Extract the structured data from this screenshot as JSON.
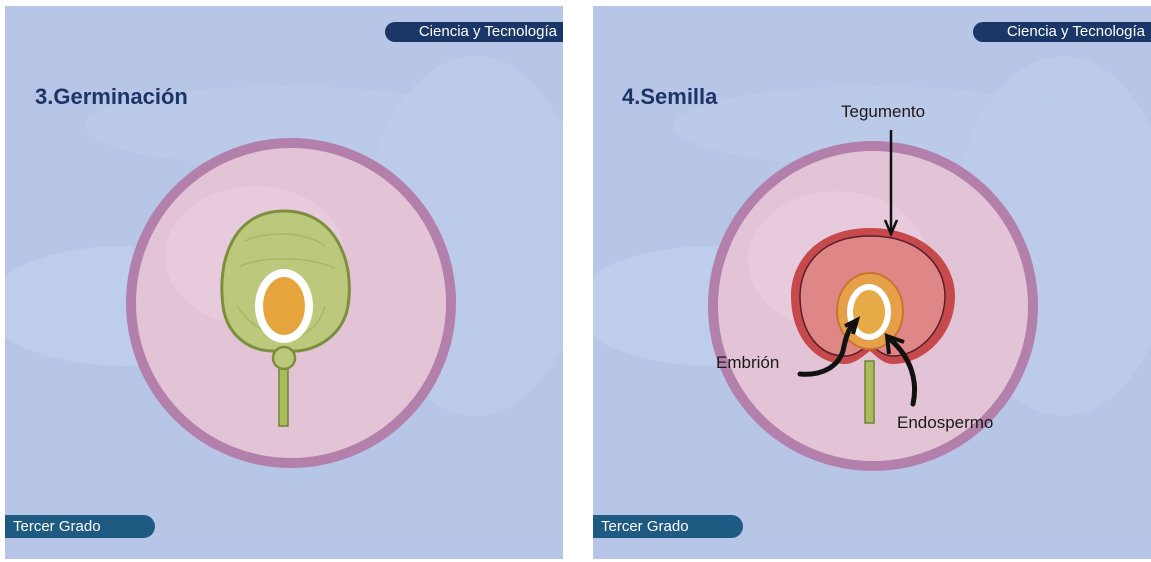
{
  "panels": [
    {
      "title": "3.Germinación",
      "subject_tag": "Ciencia y Tecnología",
      "grade_tag": "Tercer Grado"
    },
    {
      "title": "4.Semilla",
      "subject_tag": "Ciencia y Tecnología",
      "grade_tag": "Tercer Grado",
      "labels": {
        "tegumento": "Tegumento",
        "embrion": "Embrión",
        "endospermo": "Endospermo"
      }
    }
  ],
  "colors": {
    "background": "#b7c6e6",
    "circle_fill": "#e3c3d6",
    "circle_ring": "#b280aa",
    "seed_green": "#bcc97c",
    "seed_outline": "#7d8f3e",
    "seed_coat": "#c6494b",
    "endosperm": "#e5a53c",
    "embryo": "#e6aa47",
    "subject_tag": "#1b3768",
    "grade_tag": "#1e5a82",
    "title": "#1d3466"
  }
}
